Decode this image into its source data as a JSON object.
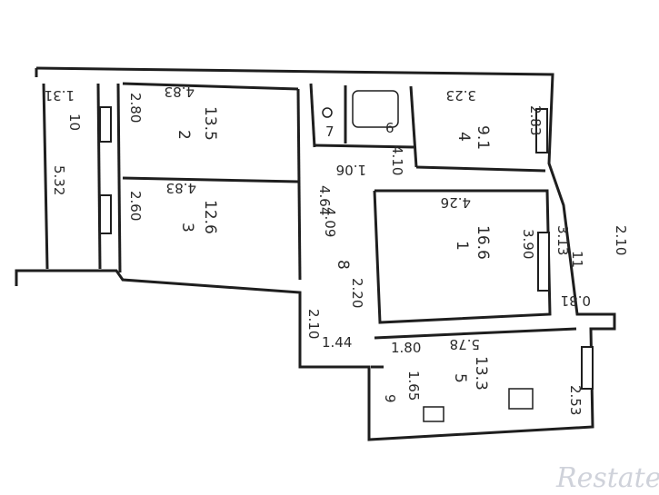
{
  "labels": {
    "r10_dim": "1.31",
    "r10_num": "10",
    "r10_len": "5.32",
    "r2_wid": "4.83",
    "r2_num": "2",
    "r2_area": "13.5",
    "r2_len": "2.80",
    "r3_wid": "4.83",
    "r3_num": "3",
    "r3_area": "12.6",
    "r3_len": "2.60",
    "r7": "7",
    "r6": "6",
    "r4_wid": "3.23",
    "r4_num": "4",
    "r4_area": "9.1",
    "r4_len": "2.83",
    "r1_wid": "4.26",
    "r1_num": "1",
    "r1_area": "16.6",
    "r1_len": "3.90",
    "cor_a": "1.06",
    "cor_b": "4.10",
    "cor_c": "4.64",
    "cor_d": "4.09",
    "r8": "8",
    "cor_e": "2.20",
    "r11_a": "3.13",
    "r11_num": "11",
    "r11_b": "2.10",
    "b_a": "1.80",
    "r5_wid": "5.78",
    "r5_num": "5",
    "r5_area": "13.3",
    "r5_len": "2.53",
    "r9_a": "0.81",
    "r9_b": "1.65",
    "r9_num": "9",
    "hall_a": "2.10",
    "hall_b": "1.44"
  },
  "watermark": "Restate",
  "colors": {
    "wall": "#1e1e1e",
    "window_fill": "#ffffff",
    "ink": "#2a2a2a",
    "watermark": "#cfd2da"
  }
}
